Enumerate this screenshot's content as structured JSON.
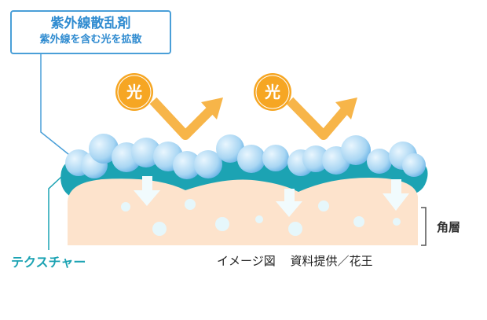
{
  "callout": {
    "title": "紫外線散乱剤",
    "subtitle": "紫外線を含む光を拡散"
  },
  "sun_label": "光",
  "labels": {
    "texture": "テクスチャー",
    "stratum_corneum": "角層"
  },
  "caption": {
    "image_note": "イメージ図",
    "source": "資料提供／花王"
  },
  "colors": {
    "callout_border": "#4a9fd8",
    "callout_text": "#2f8bd0",
    "skin": "#fde3cc",
    "teal_layer": "#1ca3b3",
    "particle": "#a9d6f3",
    "sun": "#f6a623",
    "arrow": "#f7b549",
    "down_arrow": "#f1fbfd",
    "texture_text": "#1ca3b3"
  },
  "icons": [
    "sun-icon",
    "reflect-arrow-icon",
    "down-arrow-icon",
    "bracket-icon"
  ]
}
